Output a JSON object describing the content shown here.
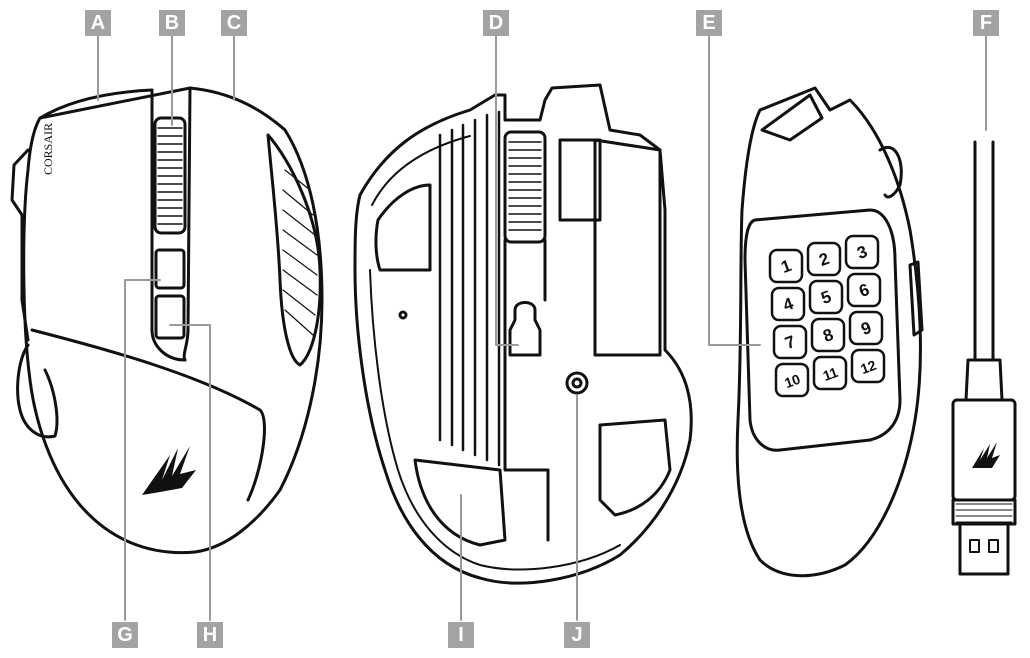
{
  "labels": {
    "a": "A",
    "b": "B",
    "c": "C",
    "d": "D",
    "e": "E",
    "f": "F",
    "g": "G",
    "h": "H",
    "i": "I",
    "j": "J"
  },
  "brand_text": "CORSAIR",
  "keypad": [
    "1",
    "2",
    "3",
    "4",
    "5",
    "6",
    "7",
    "8",
    "9",
    "10",
    "11",
    "12"
  ],
  "colors": {
    "label_bg": "#a3a3a3",
    "label_text": "#ffffff",
    "line": "#111111",
    "leader": "#9a9a9a"
  }
}
